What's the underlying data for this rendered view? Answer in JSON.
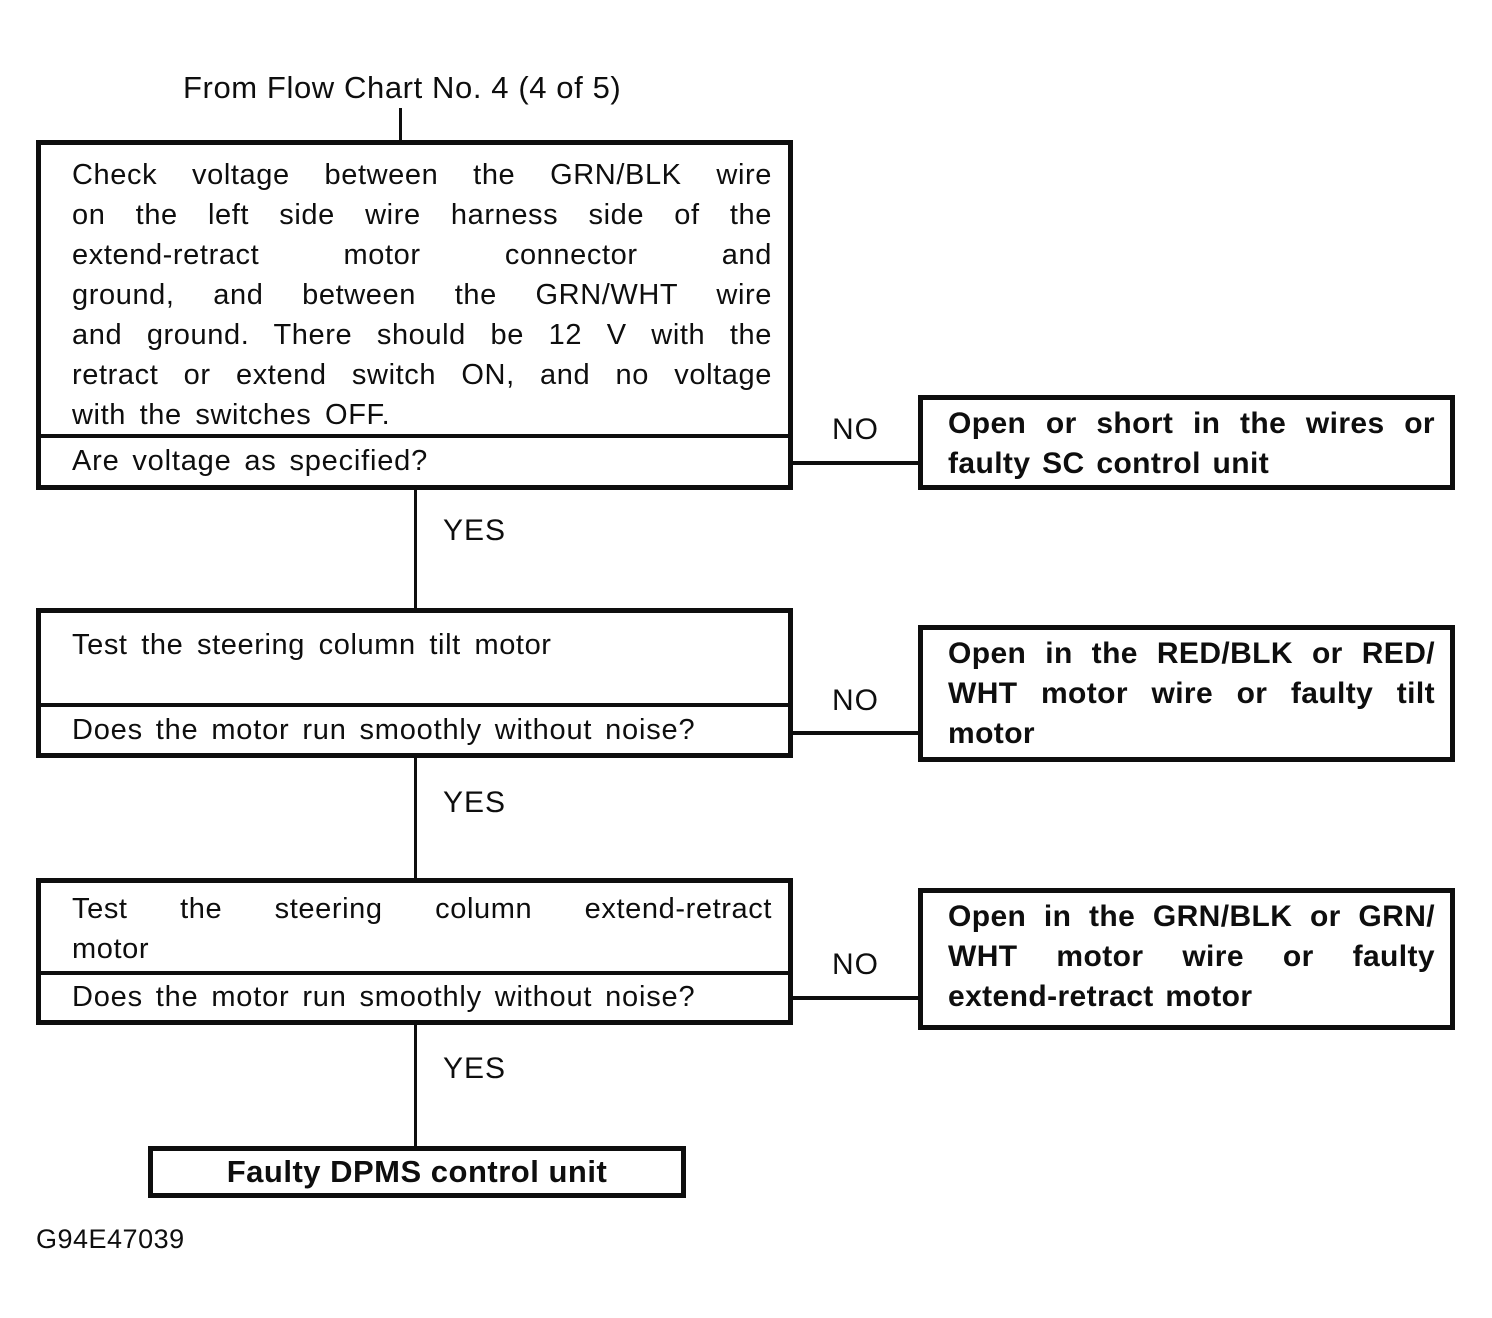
{
  "page": {
    "title": "From Flow Chart No. 4 (4 of 5)",
    "figure_code": "G94E47039"
  },
  "colors": {
    "ink": "#0e0e0e",
    "paper": "#ffffff"
  },
  "labels": {
    "yes": "YES",
    "no": "NO"
  },
  "steps": [
    {
      "action_lines": [
        "Check voltage between the GRN/BLK wire",
        "on the left side wire harness side of the",
        "extend-retract motor connector and",
        "ground, and between the GRN/WHT wire",
        "and ground. There should be 12 V with the",
        "retract or extend switch ON, and no voltage",
        "with the switches OFF."
      ],
      "question": "Are voltage as specified?",
      "no_result_lines": [
        "Open or short in the wires or",
        "faulty SC control unit"
      ]
    },
    {
      "action_lines": [
        "Test the steering column tilt motor"
      ],
      "question": "Does the motor run smoothly without noise?",
      "no_result_lines": [
        "Open in the RED/BLK or RED/",
        "WHT motor wire or faulty tilt",
        "motor"
      ]
    },
    {
      "action_lines": [
        "Test the steering column extend-retract",
        "motor"
      ],
      "question": "Does the motor run smoothly without noise?",
      "no_result_lines": [
        "Open in the GRN/BLK or GRN/",
        "WHT motor wire or faulty",
        "extend-retract motor"
      ]
    }
  ],
  "final_result": "Faulty DPMS control unit"
}
